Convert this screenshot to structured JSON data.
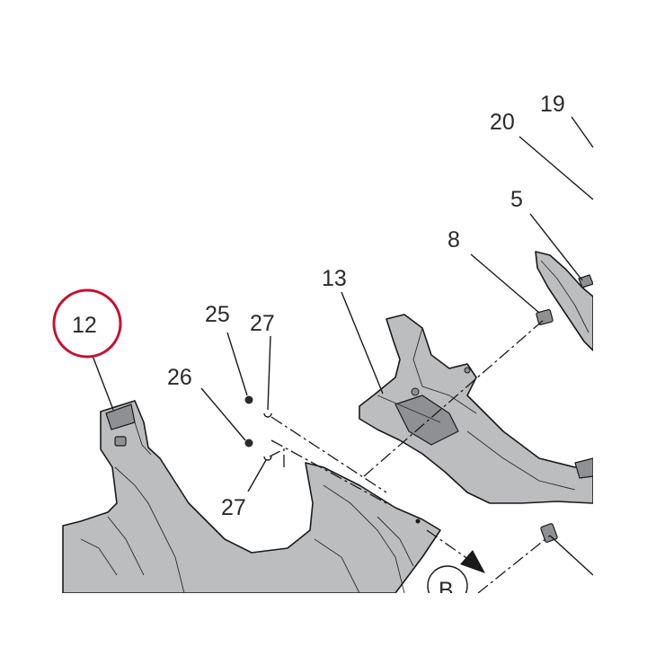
{
  "callouts": {
    "c12": "12",
    "c13": "13",
    "c25": "25",
    "c26": "26",
    "c27a": "27",
    "c27b": "27",
    "c8": "8",
    "c5": "5",
    "c20": "20",
    "c19": "19",
    "cB": "B"
  },
  "colors": {
    "part_fill": "#bcbdbf",
    "line": "#1a1a1a",
    "highlight_circle": "#c8102e"
  }
}
